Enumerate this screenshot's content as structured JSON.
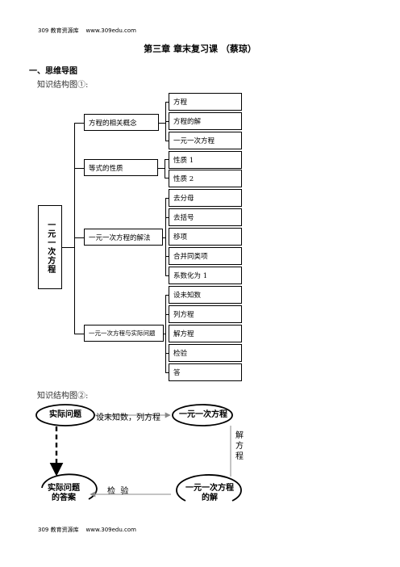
{
  "header": {
    "site": "309 教育资源库",
    "url": "www.309edu.com"
  },
  "footer": {
    "site": "309 教育资源库",
    "url": "www.309edu.com"
  },
  "title": "第三章  章末复习课 （蔡琼）",
  "section_heading": "一、思维导图",
  "map1_caption": "知识结构图①:",
  "map2_caption": "知识结构图②:",
  "mindmap": {
    "root": "一元一次方程",
    "branches": [
      {
        "label": "方程的相关概念",
        "leaves": [
          "方程",
          "方程的解",
          "一元一次方程"
        ]
      },
      {
        "label": "等式的性质",
        "leaves": [
          "性质 1",
          "性质 2"
        ]
      },
      {
        "label": "一元一次方程的解法",
        "leaves": [
          "去分母",
          "去括号",
          "移项",
          "合并同类项",
          "系数化为 1"
        ]
      },
      {
        "label": "一元一次方程与实际问题",
        "leaves": [
          "设未知数",
          "列方程",
          "解方程",
          "检验",
          "答"
        ]
      }
    ]
  },
  "flow": {
    "top_left": "实际问题",
    "top_right": "一元一次方程",
    "bottom_left_line1": "实际问题",
    "bottom_left_line2": "的答案",
    "bottom_right_line1": "一元一次方程",
    "bottom_right_line2": "的解",
    "edge_top": "设未知数，列方程",
    "edge_right": "解方程",
    "edge_bottom": "检  验"
  }
}
